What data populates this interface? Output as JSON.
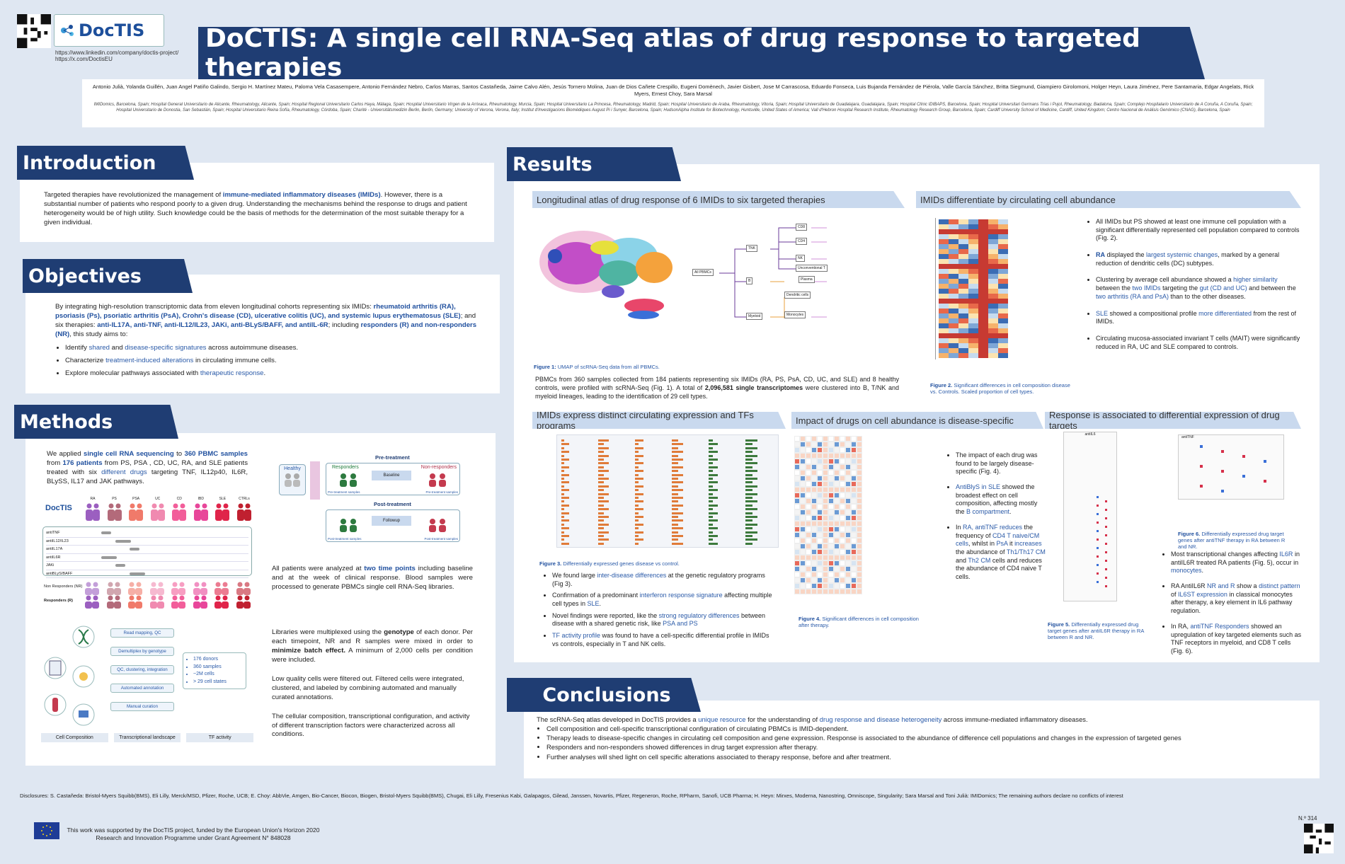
{
  "header": {
    "logo": "DocTIS",
    "linkedin": "https://www.linkedin.com/company/doctis-project/",
    "x": "https://x.com/DoctisEU",
    "title": "DoCTIS: A single cell RNA-Seq atlas of drug response to targeted therapies",
    "authors": "Antonio Julià, Yolanda Guillén, Juan Angel Patiño Galindo, Sergio H. Martínez Mateu, Paloma Vela Casasempere, Antonio Fernández Nebro, Carlos Marras, Santos Castañeda, Jaime Calvo Alén, Jesús Tornero Molina, Juan de Dios Cañete Crespillo, Eugeni Domènech, Javier Gisbert, Jose M Carrascosa, Eduardo Fonseca, Luis Bujanda Fernández de Piérola, Valle García Sánchez, Britta Siegmund, Giampiero Girolomoni, Holger Heyn, Laura Jiménez, Pere Santamaria, Edgar Angelats, Rick Myers, Ernest Choy, Sara Marsal",
    "affiliations": "IMIDomics, Barcelona, Spain; Hospital General Universitario de Alicante, Rheumatology, Alicante, Spain; Hospital Regional Universitario Carlos Haya, Málaga, Spain; Hospital Universitario Virgen de la Arrixaca, Rheumatology, Murcia, Spain; Hospital Universitario La Princesa, Rheumatology, Madrid, Spain; Hospital Universitario de Araba, Rheumatology, Vitoria, Spain; Hospital Universitario de Guadalajara, Guadalajara, Spain; Hospital Clínic IDIBAPS, Barcelona, Spain; Hospital Universitari Germans Trias i Pujol, Rheumatology, Badalona, Spain; Complejo Hospitalario Universitario de A Coruña, A Coruña, Spain; Hospital Universitario de Donostia, San Sebastián, Spain; Hospital Universitario Reina Sofía, Rheumatology, Córdoba, Spain; Charité - Universitätsmedizin Berlin, Berlin, Germany; University of Verona, Verona, Italy; Institut d'Investigacions Biomèdiques August Pi i Sunyer, Barcelona, Spain; HudsonAlpha Institute for Biotechnology, Huntsville, United States of America; Vall d'Hebron Hospital Research Institute, Rheumatology Research Group, Barcelona, Spain; Cardiff University School of Medicine, Cardiff, United Kingdom; Centro Nacional de Análisis Genómico (CNAG), Barcelona, Spain"
  },
  "intro": {
    "heading": "Introduction",
    "p1": "Targeted therapies have revolutionized the management of ",
    "hl": "immune-mediated inflammatory diseases (IMIDs)",
    "p2": ". However, there is a substantial number of patients who respond poorly to a given drug. Understanding the mechanisms behind the response to drugs and patient heterogeneity would be of high utility. Such knowledge could be the basis of methods for the determination of the most suitable therapy for a given individual."
  },
  "objectives": {
    "heading": "Objectives",
    "p1": "By integrating high-resolution transcriptomic data from eleven longitudinal cohorts representing six IMIDs: ",
    "hl1": "rheumatoid arthritis (RA), psoriasis (Ps), psoriatic arthritis (PsA), Crohn's disease (CD), ulcerative colitis (UC), and systemic lupus erythematosus (SLE)",
    "p2": "; and six therapies: ",
    "hl2": "anti-IL17A, anti-TNF, anti-IL12/IL23, JAKi, anti-BLyS/BAFF, and antiIL-6R",
    "p3": "; including ",
    "hl3": "responders (R) and non-responders (NR)",
    "p4": ", this study aims to:",
    "b1a": "Identify ",
    "b1b": "shared",
    "b1c": " and ",
    "b1d": "disease-specific signatures",
    "b1e": " across autoimmune diseases.",
    "b2a": "Characterize ",
    "b2b": "treatment-induced alterations",
    "b2c": " in circulating immune cells.",
    "b3a": "Explore molecular pathways associated with ",
    "b3b": "therapeutic response",
    "b3c": "."
  },
  "methods": {
    "heading": "Methods",
    "p1a": "We applied ",
    "p1b": "single cell RNA sequencing",
    "p1c": " to ",
    "p1d": "360 PBMC samples",
    "p1e": " from ",
    "p1f": "176 patients",
    "p1g": " from PS, PSA , CD, UC, RA, and SLE patients treated with six ",
    "p1h": "different drugs",
    "p1i": " targeting TNF, IL12p40, IL6R, BLySS, IL17 and JAK pathways.",
    "diseases": [
      "RA",
      "PS",
      "PSA",
      "UC",
      "CD",
      "IBD",
      "SLE",
      "CTRLs"
    ],
    "drugs": [
      "antiTNF",
      "antiIL12/IL23",
      "antiIL17A",
      "antiIL6R",
      "JAKi",
      "antiBLyS/BAFF"
    ],
    "nr_label": "Non Responders (NR)",
    "r_label": "Responders (R)",
    "healthy": "Healthy",
    "pre": "Pre-treatment",
    "responders": "Responders",
    "nonresponders": "Non-responders",
    "baseline": "Baseline",
    "pre_samples": "Pre-treatment samples",
    "post": "Post-treatment",
    "followup": "Followup",
    "post_samples": "Post-treatment samples",
    "p2a": "All patients were analyzed at ",
    "p2b": "two time points",
    "p2c": " including baseline and at the week of clinical response. Blood samples were processed to generate PBMCs single cell RNA-Seq libraries.",
    "p3a": "Libraries were multiplexed using the ",
    "p3b": "genotype",
    "p3c": " of each donor. Per each timepoint, NR and R samples were mixed in order to ",
    "p3d": "minimize batch effect.",
    "p3e": " A minimum of 2,000 cells per condition were included.",
    "p4": "Low quality cells were filtered out. Filtered cells were integrated, clustered, and labeled by combining automated and manually curated annotations.",
    "p5": "The cellular composition, transcriptional configuration, and activity of different transcription factors were characterized across all conditions.",
    "pipeline": [
      "Read mapping, QC",
      "Demultiplex by genotype",
      "QC, clustering, integration",
      "Automated annotation",
      "Manual curation"
    ],
    "stats": [
      "176 donors",
      "360 samples",
      "~2M cells",
      "> 29 cell states"
    ],
    "tabs": [
      "Cell Composition",
      "Transcriptional landscape",
      "TF activity"
    ]
  },
  "results": {
    "heading": "Results",
    "s1": "Longitudinal atlas of drug response of 6 IMIDs to six targeted therapies",
    "fig1a": "Figure 1:",
    "fig1b": " UMAP of scRNA-Seq data from all PBMCs.",
    "tree_nodes": [
      "All PBMCs",
      "TNK",
      "B",
      "Myeloid",
      "CD8",
      "CD4",
      "NK",
      "Unconventional T",
      "Dendritic cells",
      "Monocytes",
      "Plasma"
    ],
    "s1p_a": "PBMCs from 360 samples collected from 184 patients representing six IMIDs (RA, PS, PsA, CD, UC, and SLE) and 8 healthy controls, were profiled with scRNA-Seq (Fig. 1). A total of ",
    "s1p_b": "2,096,581 single transcriptomes",
    "s1p_c": " were clustered into B, T/NK and myeloid lineages, leading to the identification of 29 cell types.",
    "s2": "IMIDs differentiate by circulating cell abundance",
    "fig2a": "Figure 2.",
    "fig2b": " Significant differences in cell composition disease vs. Controls. Scaled proportion of cell types.",
    "s2b1": "All IMIDs but PS showed at least one immune cell population with a significant differentially represented cell population compared to controls (Fig. 2).",
    "s2b2a": "RA",
    "s2b2b": " displayed the ",
    "s2b2c": "largest systemic changes",
    "s2b2d": ", marked by a general reduction of dendritic cells (DC) subtypes.",
    "s2b3a": "Clustering by average cell abundance showed a ",
    "s2b3b": "higher similarity",
    "s2b3c": " between the ",
    "s2b3d": "two IMIDs",
    "s2b3e": " targeting the ",
    "s2b3f": "gut (CD and UC)",
    "s2b3g": " and between the ",
    "s2b3h": "two arthritis (RA and PsA)",
    "s2b3i": " than to the other diseases.",
    "s2b4a": "SLE",
    "s2b4b": " showed a compositional profile ",
    "s2b4c": "more differentiated",
    "s2b4d": " from the rest of IMIDs.",
    "s2b5": "Circulating mucosa-associated invariant T cells (MAIT) were significantly reduced in RA, UC and SLE compared to controls.",
    "s3": "IMIDs express distinct circulating expression and TFs programs",
    "fig3a": "Figure 3.",
    "fig3b": " Differentially expressed genes disease vs control.",
    "s3b1a": "We found large ",
    "s3b1b": "inter-disease differences",
    "s3b1c": " at the genetic regulatory programs (Fig 3).",
    "s3b2a": "Confirmation of a predominant ",
    "s3b2b": "interferon response signature",
    "s3b2c": " affecting multiple cell types in ",
    "s3b2d": "SLE",
    "s3b2e": ".",
    "s3b3a": "Novel findings were reported, like the ",
    "s3b3b": "strong regulatory differences",
    "s3b3c": " between disease with a shared genetic risk, like ",
    "s3b3d": "PSA and PS",
    "s3b4a": "TF activity profile",
    "s3b4b": " was found to have a cell-specific differential profile in IMIDs vs controls, especially in T and NK cells.",
    "s4": "Impact of drugs on cell abundance is disease-specific",
    "fig4a": "Figure 4.",
    "fig4b": " Significant differences in cell composition after therapy.",
    "s4b1": "The impact of each drug was found to be largely disease-specific (Fig. 4).",
    "s4b2a": "AntiBlyS in SLE",
    "s4b2b": " showed the broadest effect on cell composition, affecting mostly the ",
    "s4b2c": "B compartment",
    "s4b2d": ".",
    "s4b3a": "In ",
    "s4b3b": "RA, antiTNF reduces",
    "s4b3c": " the frequency of ",
    "s4b3d": "CD4 T naive/CM cells",
    "s4b3e": ", whilst in ",
    "s4b3f": "PsA",
    "s4b3g": " it ",
    "s4b3h": "increases",
    "s4b3i": " the abundance of ",
    "s4b3j": "Th1/Th17 CM",
    "s4b3k": " and ",
    "s4b3l": "Th2 CM",
    "s4b3m": " cells and reduces the abundance of CD4 naive T cells.",
    "s5": "Response is associated to differential expression of drug targets",
    "fig5a": "Figure 5.",
    "fig5b": " Differentially expressed drug target genes after antiIL6R therapy in RA between R and NR.",
    "fig6a": "Figure 6.",
    "fig6b": " Differentially expressed drug target genes after antiTNF therapy in RA between R and NR.",
    "f5title": "antiIL6",
    "f6title": "antiTNF",
    "s5b1a": "Most transcriptional changes affecting ",
    "s5b1b": "IL6R",
    "s5b1c": " in antiIL6R treated RA patients (Fig. 5), occur in ",
    "s5b1d": "monocytes",
    "s5b1e": ".",
    "s5b2a": "RA AntiIL6R ",
    "s5b2b": "NR and R",
    "s5b2c": " show a ",
    "s5b2d": "distinct pattern",
    "s5b2e": " of ",
    "s5b2f": "IL6ST expression",
    "s5b2g": " in classical monocytes after therapy, a key element in IL6 pathway regulation.",
    "s5b3a": "In RA, ",
    "s5b3b": "antiTNF Responders",
    "s5b3c": " showed an upregulation of key targeted elements such as TNF receptors in myeloid, and CD8 T cells (Fig. 6)."
  },
  "conclusions": {
    "heading": "Conclusions",
    "l1a": "The scRNA-Seq atlas developed in DocTIS provides a ",
    "l1b": "unique resource",
    "l1c": " for the understanding of ",
    "l1d": "drug response and disease heterogeneity",
    "l1e": " across immune-mediated inflammatory diseases.",
    "l2": "Cell composition and cell-specific transcriptional configuration of circulating PBMCs is IMID-dependent.",
    "l3": "Therapy leads to disease-specific changes in circulating cell composition and gene expression. Response is associated to the abundance of difference cell populations and changes in the expression of targeted genes",
    "l4": "Responders and non-responders showed differences in drug target expression after therapy.",
    "l5": "Further analyses will shed light on cell specific alterations associated to therapy response, before and after treatment."
  },
  "footer": {
    "disclosures": "Disclosures: S. Castañeda: Bristol-Myers Squibb(BMS), Eli Lilly, Merck/MSD, Pfizer, Roche, UCB; E. Choy: AbbVie, Amgen, Bio-Cancer, Biocon, Biogen, Bristol-Myers Squibb(BMS), Chugai, Eli Lilly, Fresenius Kabi, Galapagos, Gilead, Janssen, Novartis, Pfizer, Regeneron, Roche, RPharm, Sanofi, UCB Pharma; H. Heyn: Mirxes, Moderna, Nanostring, Omniscope, Singularity; Sara Marsal and Toni Julià: IMIDomics; The remaining authors declare no conflicts of interest",
    "funding1": "This work was supported by the DocTIS project, funded by the European Union's Horizon 2020",
    "funding2": "Research and Innovation Programme under Grant Agreement N° 848028",
    "poster_no": "N.º 314"
  },
  "colors": {
    "navy": "#1f3d73",
    "accent_blue": "#2a5aa8",
    "subhead": "#c9d9ee",
    "background": "#dfe7f2"
  }
}
